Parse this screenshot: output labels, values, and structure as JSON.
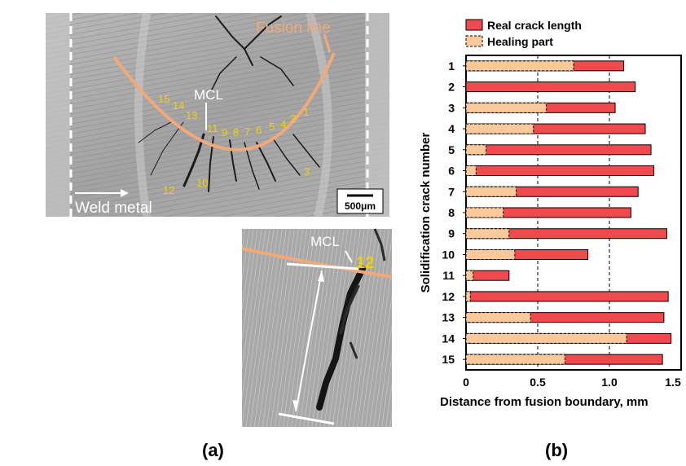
{
  "micrograph_a": {
    "fusion_line_label": "Fusion line",
    "mcl_label": "MCL",
    "weld_metal_label": "Weld metal",
    "scale_bar_label": "500μm",
    "crack_numbers": [
      "15",
      "14",
      "13",
      "11",
      "9",
      "8",
      "7",
      "6",
      "5",
      "4",
      "2",
      "1",
      "12",
      "10",
      "3"
    ]
  },
  "micrograph_inset": {
    "mcl_label": "MCL",
    "crack_number": "12"
  },
  "panel_labels": {
    "a": "(a)",
    "b": "(b)"
  },
  "chart_data": {
    "type": "bar",
    "orientation": "horizontal",
    "ylabel": "Solidification crack number",
    "xlabel": "Distance from fusion boundary, mm",
    "xlim": [
      0,
      1.5
    ],
    "xticks": [
      "0",
      "0.5",
      "1.0",
      "1.5"
    ],
    "grid": "dashed vertical lines at 0.5 and 1.0",
    "legend_position": "top",
    "categories": [
      "1",
      "2",
      "3",
      "4",
      "5",
      "6",
      "7",
      "8",
      "9",
      "10",
      "11",
      "12",
      "13",
      "14",
      "15"
    ],
    "series": [
      {
        "name": "Real crack length",
        "color": "#f04a4f",
        "values": [
          1.1,
          1.18,
          1.04,
          1.25,
          1.29,
          1.31,
          1.2,
          1.15,
          1.4,
          0.85,
          0.3,
          1.41,
          1.38,
          1.43,
          1.37
        ]
      },
      {
        "name": "Healing part",
        "color": "#f9c89b",
        "values": [
          0.75,
          0.0,
          0.56,
          0.47,
          0.14,
          0.07,
          0.35,
          0.26,
          0.3,
          0.34,
          0.05,
          0.03,
          0.45,
          1.12,
          0.69
        ]
      }
    ]
  }
}
